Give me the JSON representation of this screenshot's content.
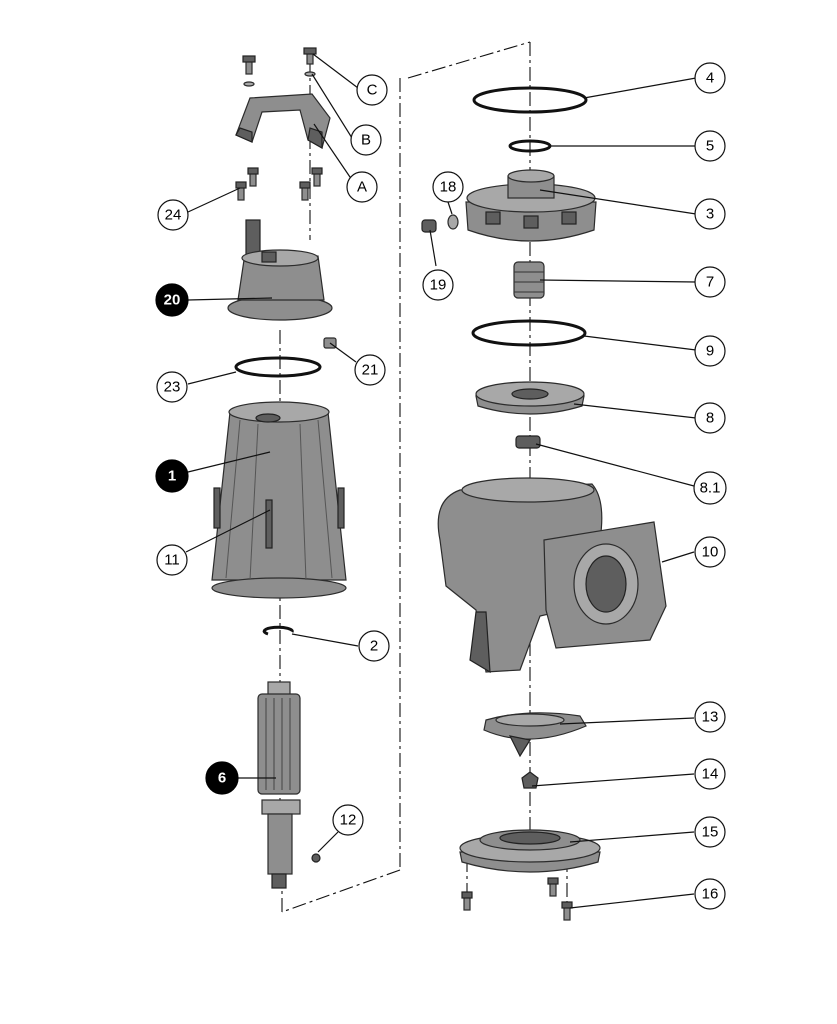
{
  "callouts": {
    "C": "C",
    "B": "B",
    "A": "A",
    "p24": "24",
    "p20": "20",
    "p21": "21",
    "p23": "23",
    "p1": "1",
    "p11": "11",
    "p2": "2",
    "p6": "6",
    "p12": "12",
    "p4": "4",
    "p5": "5",
    "p18": "18",
    "p3": "3",
    "p19": "19",
    "p7": "7",
    "p9": "9",
    "p8": "8",
    "p8_1": "8.1",
    "p10": "10",
    "p13": "13",
    "p14": "14",
    "p15": "15",
    "p16": "16"
  },
  "colors": {
    "part_fill": "#8e8e8e",
    "outline": "#2c2c2c",
    "filled_callout": "#000000",
    "open_callout": "#ffffff"
  }
}
